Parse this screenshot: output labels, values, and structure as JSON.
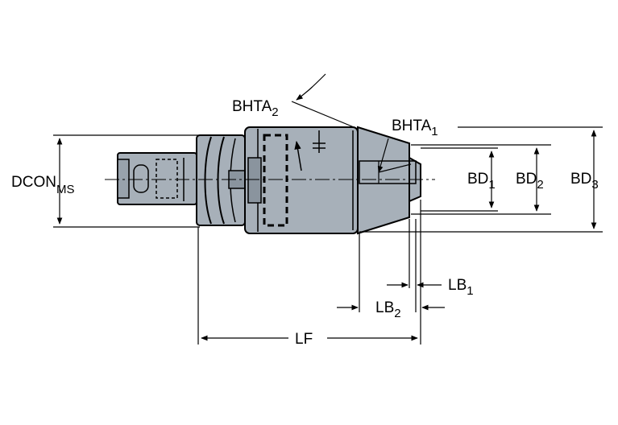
{
  "labels": {
    "bhta2": {
      "main": "BHTA",
      "sub": "2"
    },
    "bhta1": {
      "main": "BHTA",
      "sub": "1"
    },
    "dcon": {
      "main": "DCON",
      "sub": "MS"
    },
    "bd1": {
      "main": "BD",
      "sub": "1"
    },
    "bd2": {
      "main": "BD",
      "sub": "2"
    },
    "bd3": {
      "main": "BD",
      "sub": "3"
    },
    "lb1": {
      "main": "LB",
      "sub": "1"
    },
    "lb2": {
      "main": "LB",
      "sub": "2"
    },
    "lf": {
      "main": "LF"
    }
  },
  "colors": {
    "body": "#a7b0b9",
    "body_dark": "#8a949e",
    "line": "#000000"
  }
}
